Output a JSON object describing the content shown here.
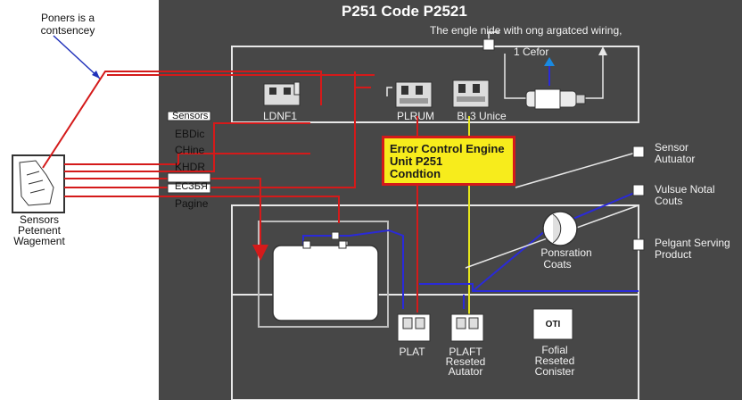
{
  "title": "P251 Code P2521",
  "top_note": "The engle nide with ong argatced wiring,",
  "cefor_label": "1 Cefor",
  "left_note": [
    "Poners is a",
    "contsencey"
  ],
  "left_sensor_label": [
    "Sensors",
    "Petenent",
    "Wagement"
  ],
  "harness_labels": [
    "Sensors",
    "EBDic",
    "CHine",
    "KHDR",
    "ЕСЗБЯ",
    "Pagine"
  ],
  "connector_labels": [
    "LDNF1",
    "PLRUM",
    "BL3 Unice"
  ],
  "callout": [
    "Error Control Engine",
    "Unit P251",
    "Condtion"
  ],
  "right_labels": {
    "sensor_actuator": [
      "Sensor",
      "Autuator"
    ],
    "valve_coats": [
      "Vulsue Notal",
      "Couts"
    ],
    "serving_product": [
      "Pelgant Serving",
      "Product"
    ]
  },
  "gauge_label": [
    "Ponsration",
    "Coats"
  ],
  "module_label": "PLAT",
  "actuator_label": [
    "PLAFT",
    "Reseted",
    "Autator"
  ],
  "counter_label": [
    "Fofial",
    "Reseted",
    "Conister"
  ],
  "counter_badge": "OTI",
  "colors": {
    "panel": "#474747",
    "wire_red": "#d41a1a",
    "wire_blue": "#2a2ad8",
    "wire_yellow": "#e6e61a",
    "line": "#e8e8e8"
  }
}
